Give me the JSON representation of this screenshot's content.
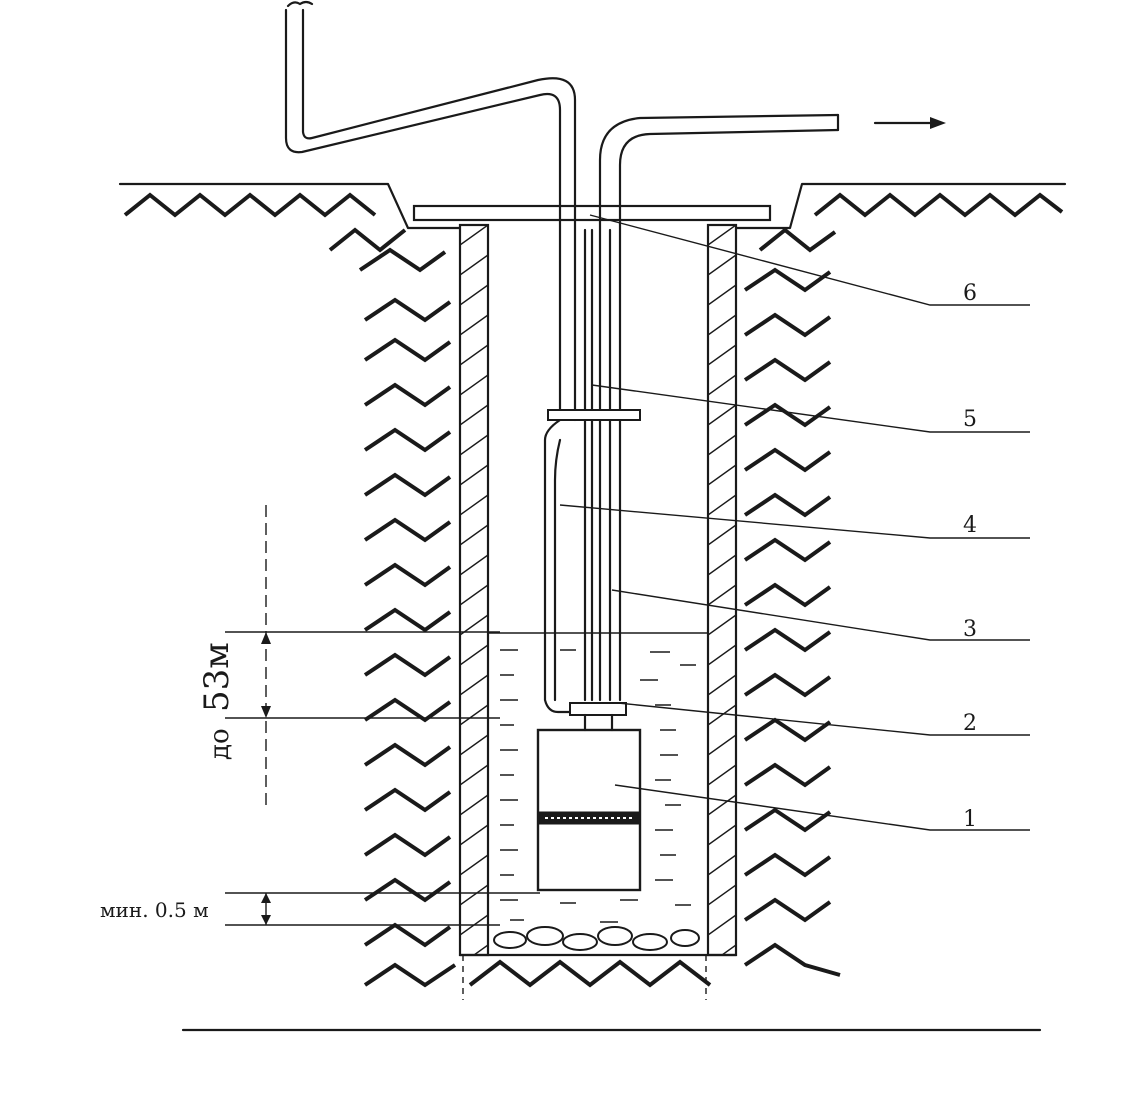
{
  "labels": {
    "part_1": "1",
    "part_2": "2",
    "part_3": "3",
    "part_4": "4",
    "part_5": "5",
    "part_6": "6"
  },
  "dimensions": {
    "depth_label_prefix": "до",
    "depth_label_value": "53м",
    "min_gap_label": "мин. 0.5 м"
  }
}
